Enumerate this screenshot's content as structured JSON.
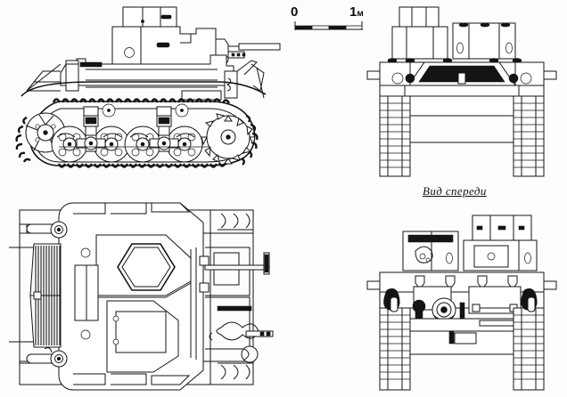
{
  "document": {
    "type": "technical-orthographic-drawing",
    "subject": "light tank",
    "background_color": "#fdfdfd",
    "ink_color": "#141414",
    "views_count": 4
  },
  "scale": {
    "start_label": "0",
    "end_label": "1",
    "unit_label": "м",
    "divisions": 4,
    "length_meters": 1
  },
  "captions": {
    "front_view": "Вид спереди"
  },
  "views": {
    "side": {
      "name": "side-elevation",
      "features": [
        "turret",
        "gun barrel",
        "hull",
        "track",
        "drive sprocket",
        "idler wheel",
        "road wheel bogies",
        "return rollers",
        "fender",
        "mudguard"
      ]
    },
    "front": {
      "name": "front-elevation",
      "features": [
        "turret",
        "commander cupola",
        "glacis plate",
        "tracks",
        "towing hooks",
        "headlight mounts"
      ]
    },
    "top": {
      "name": "plan-view",
      "features": [
        "hexagonal turret hatch",
        "engine deck grille",
        "hull roof",
        "driver hatch",
        "track guards",
        "gun barrel",
        "tow hooks"
      ]
    },
    "rear": {
      "name": "rear-elevation",
      "features": [
        "engine access plate",
        "exhaust",
        "cooling fan housing",
        "rear hull plate",
        "tracks",
        "towing eyes"
      ]
    }
  }
}
